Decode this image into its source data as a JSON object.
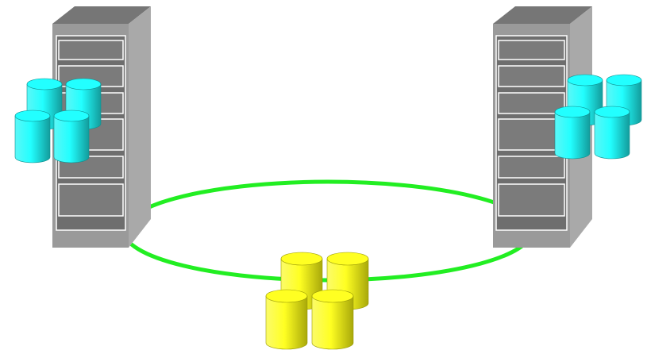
{
  "diagram": {
    "servers": [
      {
        "id": "server-left",
        "disk_count": 4,
        "disk_color": "cyan"
      },
      {
        "id": "server-right",
        "disk_count": 4,
        "disk_color": "cyan"
      }
    ],
    "network_ring": {
      "color": "#22ee22"
    },
    "shared_storage": {
      "disk_count": 4,
      "disk_color": "yellow"
    }
  },
  "colors": {
    "background": "#ffffff",
    "ring": "#22ee22",
    "server_front": "#9a9a9a",
    "server_side": "#a9a9a9",
    "server_top": "#767676",
    "server_bay": "#7b7b7b",
    "local_disk": "#22ffff",
    "shared_disk": "#ffff22"
  }
}
